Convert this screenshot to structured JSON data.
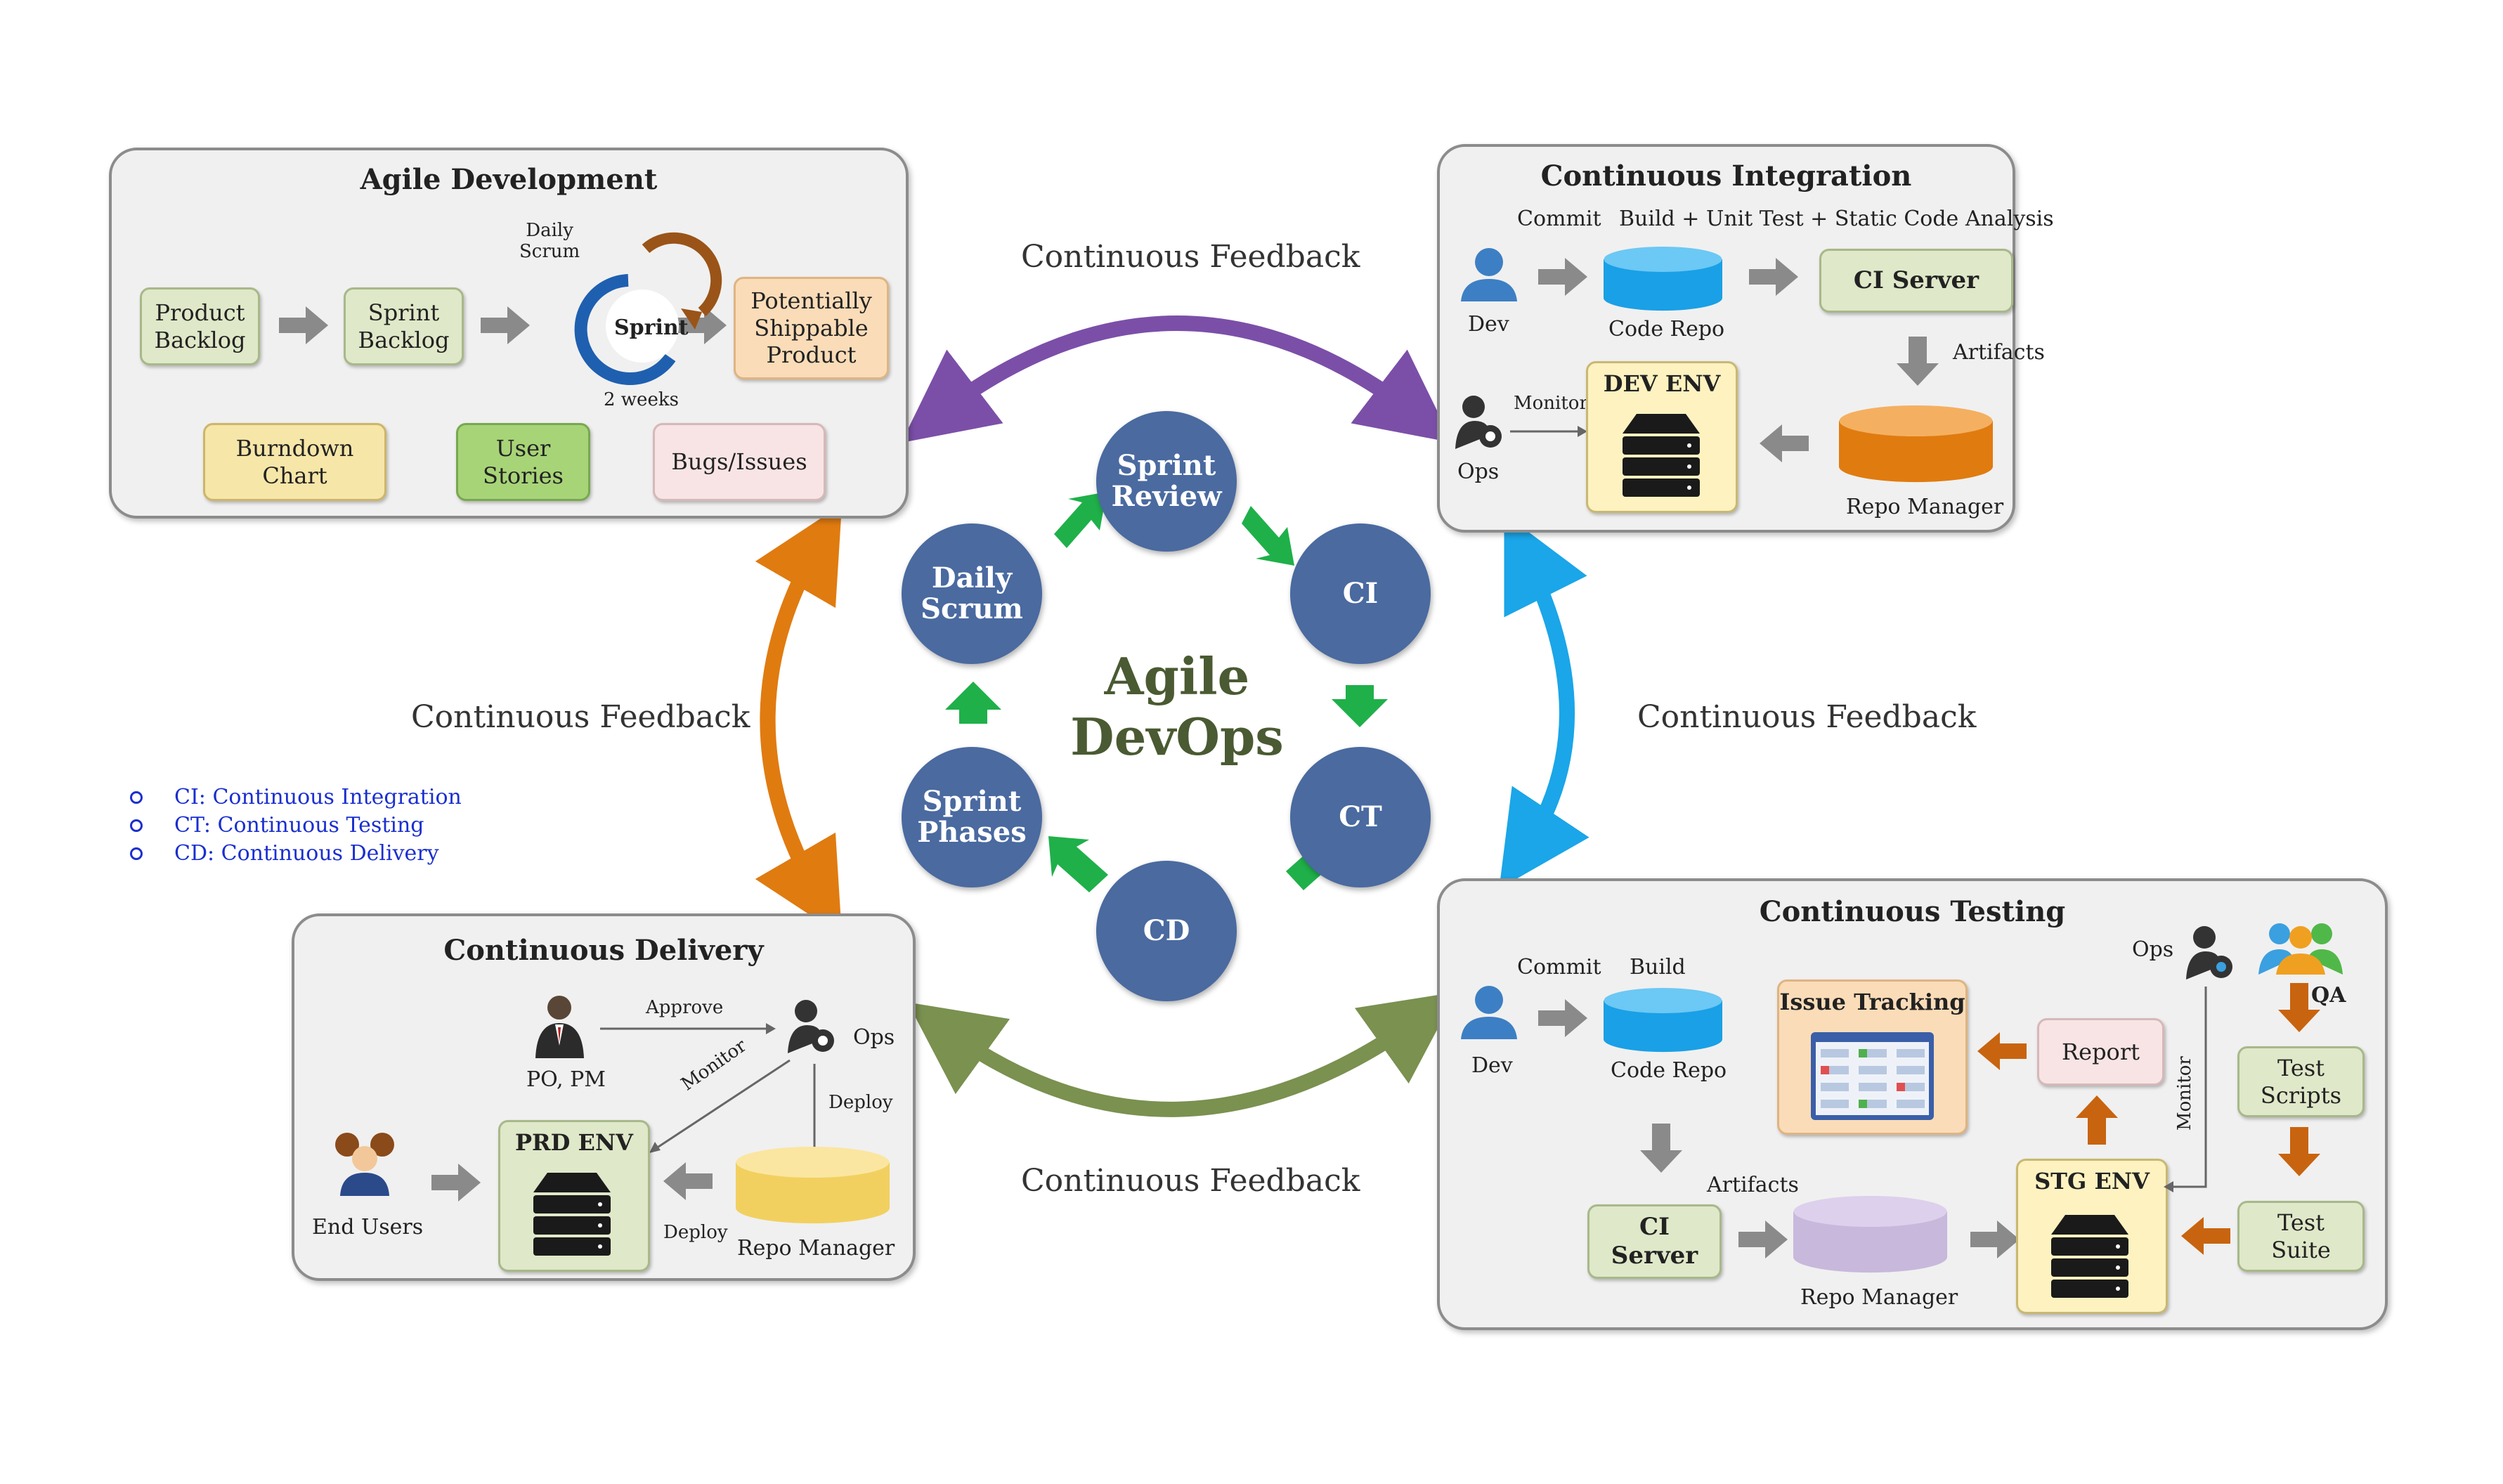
{
  "center": {
    "line1": "Agile",
    "line2": "DevOps"
  },
  "cycle": {
    "sprint_review": "Sprint\nReview",
    "ci": "CI",
    "ct": "CT",
    "cd": "CD",
    "sprint_phases": "Sprint\nPhases",
    "daily_scrum": "Daily\nScrum"
  },
  "feedback": {
    "top": "Continuous Feedback",
    "left": "Continuous Feedback",
    "right": "Continuous Feedback",
    "bottom": "Continuous Feedback"
  },
  "legend": [
    "CI: Continuous Integration",
    "CT: Continuous Testing",
    "CD: Continuous Delivery"
  ],
  "agile": {
    "title": "Agile Development",
    "product_backlog": "Product\nBacklog",
    "sprint_backlog": "Sprint\nBacklog",
    "daily_scrum": "Daily\nScrum",
    "sprint": "Sprint",
    "two_weeks": "2 weeks",
    "shippable": "Potentially\nShippable\nProduct",
    "burndown": "Burndown\nChart",
    "user_stories": "User\nStories",
    "bugs": "Bugs/Issues"
  },
  "ci": {
    "title": "Continuous Integration",
    "commit": "Commit",
    "build": "Build + Unit Test + Static Code Analysis",
    "dev": "Dev",
    "code_repo": "Code Repo",
    "ci_server": "CI Server",
    "artifacts": "Artifacts",
    "monitor": "Monitor",
    "dev_env": "DEV ENV",
    "ops": "Ops",
    "repo_manager": "Repo Manager"
  },
  "cd": {
    "title": "Continuous Delivery",
    "approve": "Approve",
    "po_pm": "PO, PM",
    "ops": "Ops",
    "monitor": "Monitor",
    "deploy_right": "Deploy",
    "prd_env": "PRD ENV",
    "end_users": "End Users",
    "deploy_bottom": "Deploy",
    "repo_manager": "Repo Manager"
  },
  "ct": {
    "title": "Continuous Testing",
    "commit": "Commit",
    "build": "Build",
    "dev": "Dev",
    "code_repo": "Code Repo",
    "issue_tracking": "Issue Tracking",
    "report": "Report",
    "ops": "Ops",
    "qa": "QA",
    "monitor": "Monitor",
    "test_scripts": "Test\nScripts",
    "artifacts": "Artifacts",
    "ci_server": "CI\nServer",
    "repo_manager": "Repo Manager",
    "stg_env": "STG ENV",
    "test_suite": "Test\nSuite"
  },
  "colors": {
    "circle": "#4a6aa0",
    "cycle_arrow": "#1fb04a",
    "feedback_top": "#7b4fa8",
    "feedback_left": "#e07b10",
    "feedback_right": "#1aa6e8",
    "feedback_bottom": "#7a9150",
    "legend": "#1a2fd0"
  }
}
